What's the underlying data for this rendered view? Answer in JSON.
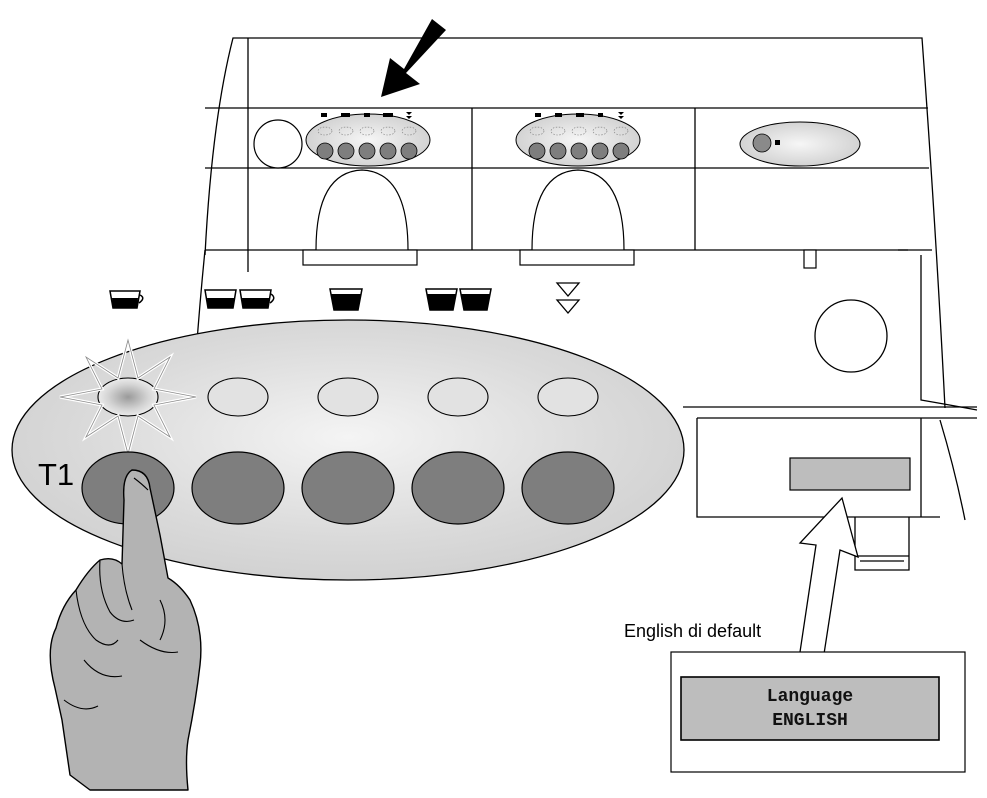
{
  "colors": {
    "panel_fill": "#d2d2d2",
    "button_dark": "#7e7e7e",
    "button_light": "#e2e2e2",
    "display_fill": "#bdbdbd",
    "hand_fill": "#b3b3b3",
    "line": "#000000"
  },
  "labels": {
    "button_name": "T1",
    "callout": "English di default"
  },
  "display": {
    "line1": "Language",
    "line2": "ENGLISH"
  },
  "icons": [
    "small-cup-icon",
    "two-small-cups-icon",
    "large-cup-icon",
    "two-large-cups-icon",
    "continuous-dispense-icon"
  ]
}
